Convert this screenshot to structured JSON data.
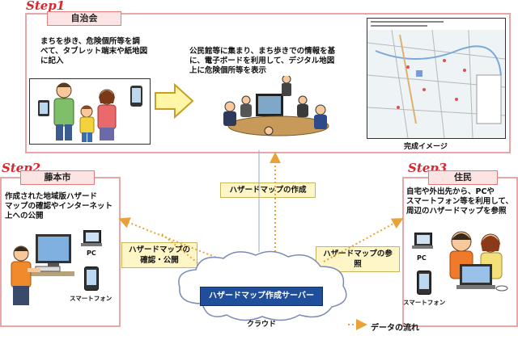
{
  "step1": {
    "step_label": "Step1",
    "title": "自治会",
    "text_left": [
      "まちを歩き、危険個所等を調",
      "べて、タブレット端末や紙地図",
      "に記入"
    ],
    "text_mid": [
      "公民館等に集まり、まち歩きでの情報を基",
      "に、電子ボードを利用して、デジタル地図",
      "上に危険個所等を表示"
    ],
    "caption": "完成イメージ"
  },
  "step2": {
    "step_label": "Step2",
    "title": "藤本市",
    "text": [
      "作成された地域版ハザード",
      "マップの確認やインターネット",
      "上への公開"
    ],
    "pc_label": "PC",
    "phone_label": "スマートフォン"
  },
  "step3": {
    "step_label": "Step3",
    "title": "住民",
    "text": [
      "自宅や外出先から、PCや",
      "スマートフォン等を利用して、",
      "周辺のハザードマップを参照"
    ],
    "pc_label": "PC",
    "phone_label": "スマートフォン"
  },
  "labels": {
    "create": "ハザードマップの作成",
    "confirm": [
      "ハザードマップの",
      "確認・公開"
    ],
    "refer": "ハザードマップの参照"
  },
  "server": {
    "name": "ハザードマップ作成サーバー",
    "cloud_label": "クラウド"
  },
  "legend": {
    "label": "データの流れ"
  },
  "colors": {
    "panel_border": "#e9a6a6",
    "step_red": "#d9262e",
    "label_yellow": "#fff6c7",
    "flow_orange": "#e8a23a",
    "server_blue": "#1f4e9a"
  }
}
